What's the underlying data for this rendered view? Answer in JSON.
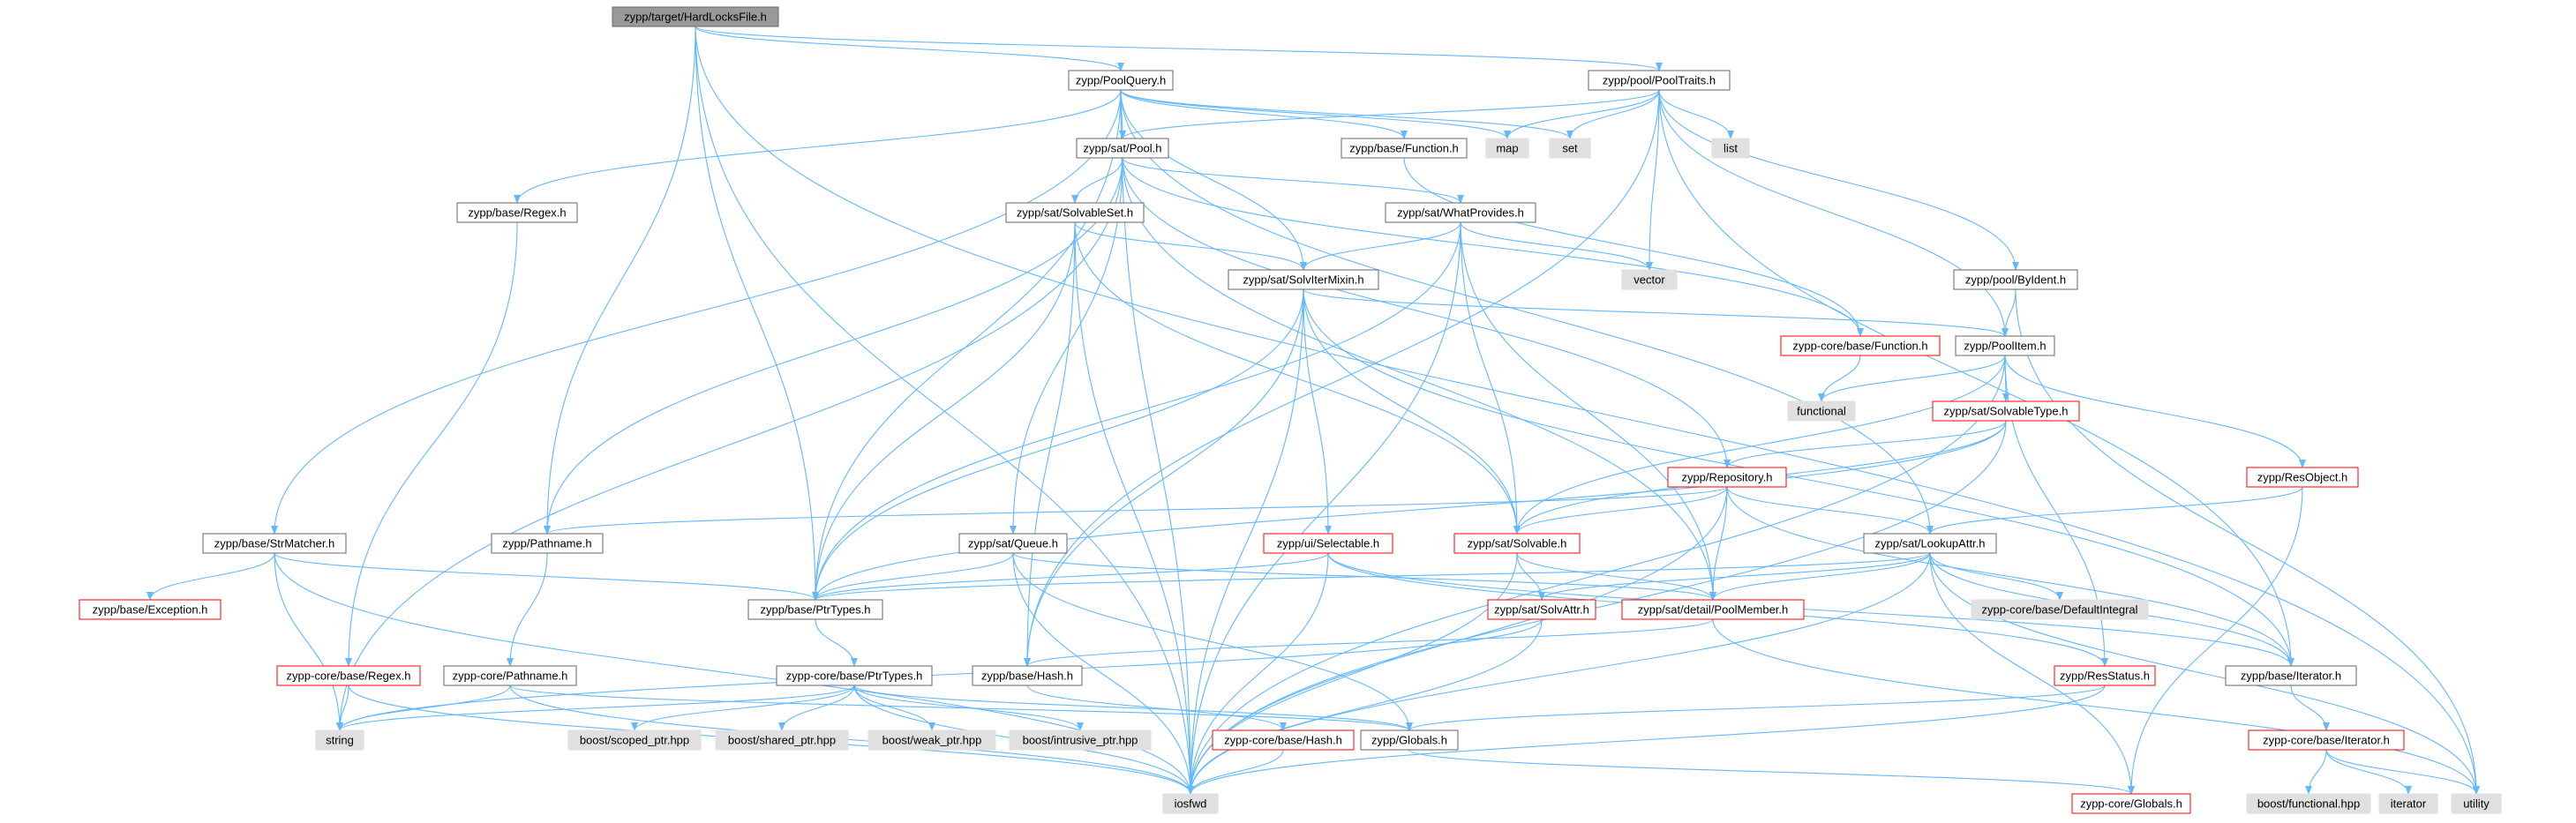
{
  "colors": {
    "edge": "#63b8ff",
    "root_fill": "#999999",
    "root_border": "#666666",
    "normal_fill": "#ffffff",
    "normal_border": "#666666",
    "missing_border": "#ff0000",
    "system_fill": "#e0e0e0",
    "system_border": "#e0e0e0"
  },
  "nodes": [
    {
      "id": "root",
      "label": "zypp/target/HardLocksFile.h",
      "kind": "root"
    },
    {
      "id": "poolquery",
      "label": "zypp/PoolQuery.h",
      "kind": "normal"
    },
    {
      "id": "pooltraits",
      "label": "zypp/pool/PoolTraits.h",
      "kind": "normal"
    },
    {
      "id": "satpool",
      "label": "zypp/sat/Pool.h",
      "kind": "normal"
    },
    {
      "id": "basefunction",
      "label": "zypp/base/Function.h",
      "kind": "normal"
    },
    {
      "id": "map",
      "label": "map",
      "kind": "system"
    },
    {
      "id": "set",
      "label": "set",
      "kind": "system"
    },
    {
      "id": "list",
      "label": "list",
      "kind": "system"
    },
    {
      "id": "baseregex",
      "label": "zypp/base/Regex.h",
      "kind": "normal"
    },
    {
      "id": "solvableset",
      "label": "zypp/sat/SolvableSet.h",
      "kind": "normal"
    },
    {
      "id": "whatprovides",
      "label": "zypp/sat/WhatProvides.h",
      "kind": "normal"
    },
    {
      "id": "vector",
      "label": "vector",
      "kind": "system"
    },
    {
      "id": "byident",
      "label": "zypp/pool/ByIdent.h",
      "kind": "normal"
    },
    {
      "id": "solvitermixin",
      "label": "zypp/sat/SolvIterMixin.h",
      "kind": "normal"
    },
    {
      "id": "corefunction",
      "label": "zypp-core/base/Function.h",
      "kind": "missing"
    },
    {
      "id": "poolitem",
      "label": "zypp/PoolItem.h",
      "kind": "normal"
    },
    {
      "id": "functional",
      "label": "functional",
      "kind": "system"
    },
    {
      "id": "solvabletype",
      "label": "zypp/sat/SolvableType.h",
      "kind": "missing"
    },
    {
      "id": "repository",
      "label": "zypp/Repository.h",
      "kind": "missing"
    },
    {
      "id": "resobject",
      "label": "zypp/ResObject.h",
      "kind": "missing"
    },
    {
      "id": "strmatcher",
      "label": "zypp/base/StrMatcher.h",
      "kind": "normal"
    },
    {
      "id": "pathname",
      "label": "zypp/Pathname.h",
      "kind": "normal"
    },
    {
      "id": "satqueue",
      "label": "zypp/sat/Queue.h",
      "kind": "normal"
    },
    {
      "id": "selectable",
      "label": "zypp/ui/Selectable.h",
      "kind": "missing"
    },
    {
      "id": "solvable",
      "label": "zypp/sat/Solvable.h",
      "kind": "missing"
    },
    {
      "id": "lookupattr",
      "label": "zypp/sat/LookupAttr.h",
      "kind": "normal"
    },
    {
      "id": "baseexception",
      "label": "zypp/base/Exception.h",
      "kind": "missing"
    },
    {
      "id": "ptrtypes",
      "label": "zypp/base/PtrTypes.h",
      "kind": "normal"
    },
    {
      "id": "solvattr",
      "label": "zypp/sat/SolvAttr.h",
      "kind": "missing"
    },
    {
      "id": "poolmember",
      "label": "zypp/sat/detail/PoolMember.h",
      "kind": "missing"
    },
    {
      "id": "defaultintegral",
      "label": "zypp-core/base/DefaultIntegral",
      "kind": "system"
    },
    {
      "id": "coreregex",
      "label": "zypp-core/base/Regex.h",
      "kind": "missing"
    },
    {
      "id": "corepathname",
      "label": "zypp-core/Pathname.h",
      "kind": "normal"
    },
    {
      "id": "coreptrtypes",
      "label": "zypp-core/base/PtrTypes.h",
      "kind": "normal"
    },
    {
      "id": "basehash",
      "label": "zypp/base/Hash.h",
      "kind": "normal"
    },
    {
      "id": "resstatus",
      "label": "zypp/ResStatus.h",
      "kind": "missing"
    },
    {
      "id": "baseiterator",
      "label": "zypp/base/Iterator.h",
      "kind": "normal"
    },
    {
      "id": "string",
      "label": "string",
      "kind": "system"
    },
    {
      "id": "scopedptr",
      "label": "boost/scoped_ptr.hpp",
      "kind": "system"
    },
    {
      "id": "sharedptr",
      "label": "boost/shared_ptr.hpp",
      "kind": "system"
    },
    {
      "id": "weakptr",
      "label": "boost/weak_ptr.hpp",
      "kind": "system"
    },
    {
      "id": "intrusiveptr",
      "label": "boost/intrusive_ptr.hpp",
      "kind": "system"
    },
    {
      "id": "corehash",
      "label": "zypp-core/base/Hash.h",
      "kind": "missing"
    },
    {
      "id": "globals",
      "label": "zypp/Globals.h",
      "kind": "normal"
    },
    {
      "id": "coreiterator",
      "label": "zypp-core/base/Iterator.h",
      "kind": "missing"
    },
    {
      "id": "iosfwd",
      "label": "iosfwd",
      "kind": "system"
    },
    {
      "id": "coreglobals",
      "label": "zypp-core/Globals.h",
      "kind": "missing"
    },
    {
      "id": "boostfunctional",
      "label": "boost/functional.hpp",
      "kind": "system"
    },
    {
      "id": "iterator",
      "label": "iterator",
      "kind": "system"
    },
    {
      "id": "utility",
      "label": "utility",
      "kind": "system"
    }
  ],
  "edges": [
    [
      "root",
      "poolquery"
    ],
    [
      "root",
      "pooltraits"
    ],
    [
      "root",
      "pathname"
    ],
    [
      "root",
      "ptrtypes"
    ],
    [
      "root",
      "iosfwd"
    ],
    [
      "root",
      "utility"
    ],
    [
      "poolquery",
      "satpool"
    ],
    [
      "poolquery",
      "basefunction"
    ],
    [
      "poolquery",
      "map"
    ],
    [
      "poolquery",
      "set"
    ],
    [
      "poolquery",
      "baseregex"
    ],
    [
      "poolquery",
      "strmatcher"
    ],
    [
      "poolquery",
      "solvitermixin"
    ],
    [
      "poolquery",
      "ptrtypes"
    ],
    [
      "poolquery",
      "lookupattr"
    ],
    [
      "poolquery",
      "iosfwd"
    ],
    [
      "pooltraits",
      "satpool"
    ],
    [
      "pooltraits",
      "map"
    ],
    [
      "pooltraits",
      "set"
    ],
    [
      "pooltraits",
      "list"
    ],
    [
      "pooltraits",
      "vector"
    ],
    [
      "pooltraits",
      "byident"
    ],
    [
      "pooltraits",
      "poolitem"
    ],
    [
      "pooltraits",
      "baseiterator"
    ],
    [
      "pooltraits",
      "basehash"
    ],
    [
      "satpool",
      "solvableset"
    ],
    [
      "satpool",
      "whatprovides"
    ],
    [
      "satpool",
      "corefunction"
    ],
    [
      "satpool",
      "repository"
    ],
    [
      "satpool",
      "pathname"
    ],
    [
      "satpool",
      "satqueue"
    ],
    [
      "satpool",
      "poolmember"
    ],
    [
      "satpool",
      "string"
    ],
    [
      "basefunction",
      "corefunction"
    ],
    [
      "baseregex",
      "coreregex"
    ],
    [
      "solvableset",
      "solvitermixin"
    ],
    [
      "solvableset",
      "solvable"
    ],
    [
      "solvableset",
      "ptrtypes"
    ],
    [
      "solvableset",
      "basehash"
    ],
    [
      "solvableset",
      "iosfwd"
    ],
    [
      "whatprovides",
      "solvitermixin"
    ],
    [
      "whatprovides",
      "vector"
    ],
    [
      "whatprovides",
      "solvable"
    ],
    [
      "whatprovides",
      "poolmember"
    ],
    [
      "whatprovides",
      "ptrtypes"
    ],
    [
      "whatprovides",
      "iosfwd"
    ],
    [
      "byident",
      "poolitem"
    ],
    [
      "byident",
      "utility"
    ],
    [
      "solvitermixin",
      "poolitem"
    ],
    [
      "solvitermixin",
      "selectable"
    ],
    [
      "solvitermixin",
      "solvable"
    ],
    [
      "solvitermixin",
      "ptrtypes"
    ],
    [
      "solvitermixin",
      "basehash"
    ],
    [
      "solvitermixin",
      "baseiterator"
    ],
    [
      "solvitermixin",
      "iosfwd"
    ],
    [
      "corefunction",
      "functional"
    ],
    [
      "poolitem",
      "solvabletype"
    ],
    [
      "poolitem",
      "resobject"
    ],
    [
      "poolitem",
      "resstatus"
    ],
    [
      "poolitem",
      "functional"
    ],
    [
      "poolitem",
      "solvable"
    ],
    [
      "poolitem",
      "iosfwd"
    ],
    [
      "solvabletype",
      "repository"
    ],
    [
      "solvabletype",
      "solvable"
    ],
    [
      "solvabletype",
      "ptrtypes"
    ],
    [
      "solvabletype",
      "iosfwd"
    ],
    [
      "repository",
      "pathname"
    ],
    [
      "repository",
      "lookupattr"
    ],
    [
      "repository",
      "solvable"
    ],
    [
      "repository",
      "poolmember"
    ],
    [
      "repository",
      "baseiterator"
    ],
    [
      "repository",
      "iosfwd"
    ],
    [
      "resobject",
      "lookupattr"
    ],
    [
      "resobject",
      "coreglobals"
    ],
    [
      "strmatcher",
      "baseexception"
    ],
    [
      "strmatcher",
      "ptrtypes"
    ],
    [
      "strmatcher",
      "string"
    ],
    [
      "strmatcher",
      "iosfwd"
    ],
    [
      "pathname",
      "corepathname"
    ],
    [
      "satqueue",
      "ptrtypes"
    ],
    [
      "satqueue",
      "poolmember"
    ],
    [
      "satqueue",
      "globals"
    ],
    [
      "satqueue",
      "iosfwd"
    ],
    [
      "selectable",
      "ptrtypes"
    ],
    [
      "selectable",
      "baseiterator"
    ],
    [
      "selectable",
      "iosfwd"
    ],
    [
      "selectable",
      "resstatus"
    ],
    [
      "solvable",
      "solvattr"
    ],
    [
      "solvable",
      "poolmember"
    ],
    [
      "solvable",
      "iosfwd"
    ],
    [
      "lookupattr",
      "defaultintegral"
    ],
    [
      "lookupattr",
      "solvattr"
    ],
    [
      "lookupattr",
      "poolmember"
    ],
    [
      "lookupattr",
      "ptrtypes"
    ],
    [
      "lookupattr",
      "baseiterator"
    ],
    [
      "lookupattr",
      "coreglobals"
    ],
    [
      "lookupattr",
      "utility"
    ],
    [
      "lookupattr",
      "iosfwd"
    ],
    [
      "ptrtypes",
      "coreptrtypes"
    ],
    [
      "solvattr",
      "string"
    ],
    [
      "solvattr",
      "iosfwd"
    ],
    [
      "poolmember",
      "basehash"
    ],
    [
      "poolmember",
      "utility"
    ],
    [
      "coreregex",
      "string"
    ],
    [
      "coreregex",
      "iosfwd"
    ],
    [
      "corepathname",
      "string"
    ],
    [
      "corepathname",
      "globals"
    ],
    [
      "corepathname",
      "iosfwd"
    ],
    [
      "coreptrtypes",
      "string"
    ],
    [
      "coreptrtypes",
      "scopedptr"
    ],
    [
      "coreptrtypes",
      "sharedptr"
    ],
    [
      "coreptrtypes",
      "weakptr"
    ],
    [
      "coreptrtypes",
      "intrusiveptr"
    ],
    [
      "coreptrtypes",
      "globals"
    ],
    [
      "coreptrtypes",
      "iosfwd"
    ],
    [
      "basehash",
      "corehash"
    ],
    [
      "resstatus",
      "globals"
    ],
    [
      "resstatus",
      "iosfwd"
    ],
    [
      "baseiterator",
      "coreiterator"
    ],
    [
      "corehash",
      "iosfwd"
    ],
    [
      "globals",
      "coreglobals"
    ],
    [
      "coreiterator",
      "boostfunctional"
    ],
    [
      "coreiterator",
      "iterator"
    ],
    [
      "coreiterator",
      "utility"
    ]
  ]
}
